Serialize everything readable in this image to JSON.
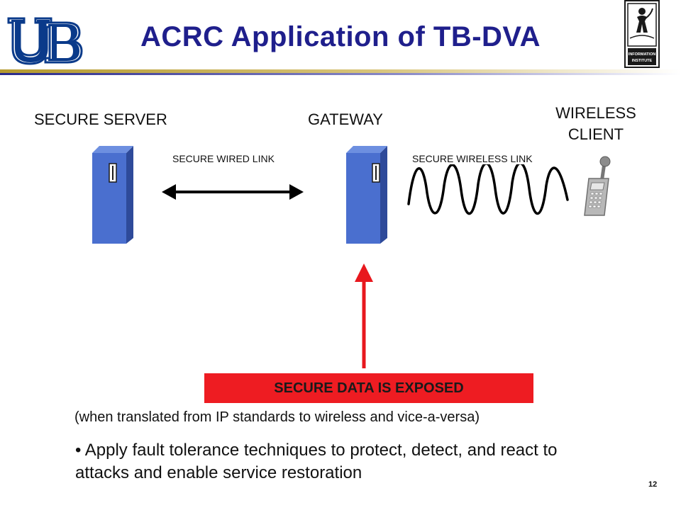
{
  "slide": {
    "title": "ACRC Application of TB-DVA",
    "page_number": "12"
  },
  "logos": {
    "left": "ub-logo",
    "right": "information-institute-logo",
    "right_text_line1": "INFORMATION",
    "right_text_line2": "INSTITUTE"
  },
  "diagram": {
    "nodes": {
      "server": "SECURE SERVER",
      "gateway": "GATEWAY",
      "client_line1": "WIRELESS",
      "client_line2": "CLIENT"
    },
    "links": {
      "wired": "SECURE WIRED LINK",
      "wireless": "SECURE WIRELESS LINK"
    },
    "exposed_label": "SECURE DATA IS EXPOSED"
  },
  "text": {
    "note": "(when  translated from IP standards to wireless and vice-a-versa)",
    "bullet_marker": "•",
    "bullet": "Apply fault tolerance techniques to protect, detect, and react  to attacks and enable service restoration"
  },
  "colors": {
    "title": "#1f1f8c",
    "tower_front": "#4a6fcf",
    "tower_side": "#2e4a9a",
    "exposed_box": "#ee1c22",
    "arrow_up": "#e8181e",
    "ub_logo": "#0a3a8a",
    "accent_gold": "#b59a2e"
  }
}
